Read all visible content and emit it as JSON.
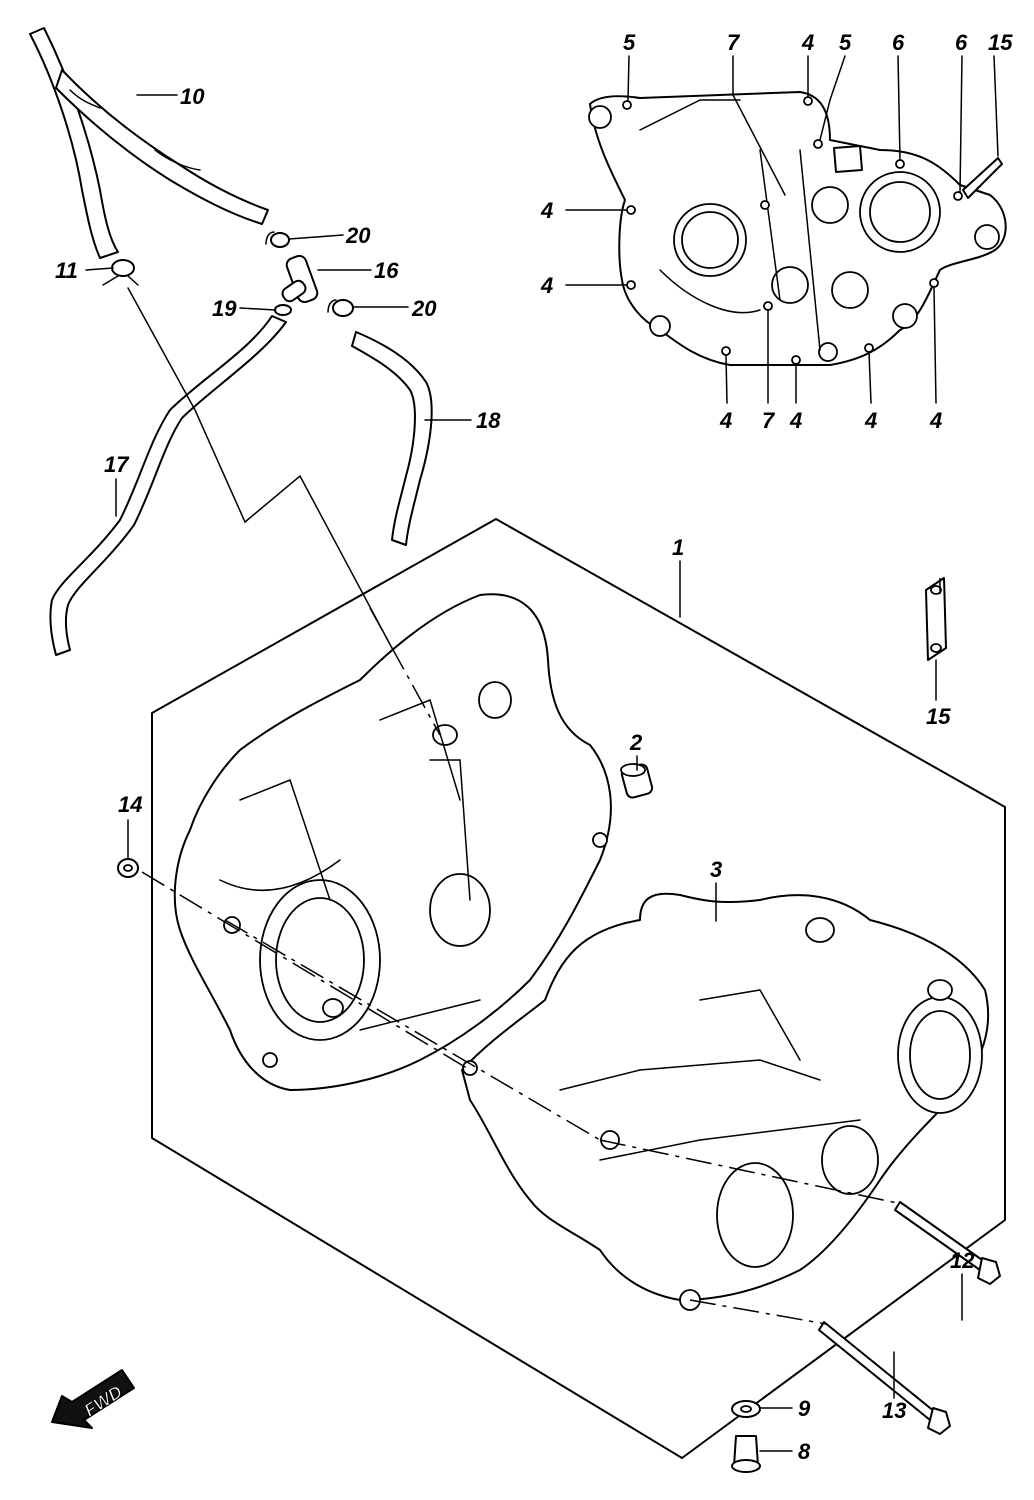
{
  "fwd_label": "FWD",
  "callouts": [
    {
      "id": "c10",
      "text": "10"
    },
    {
      "id": "c11",
      "text": "11"
    },
    {
      "id": "c20a",
      "text": "20"
    },
    {
      "id": "c16",
      "text": "16"
    },
    {
      "id": "c19",
      "text": "19"
    },
    {
      "id": "c20b",
      "text": "20"
    },
    {
      "id": "c18",
      "text": "18"
    },
    {
      "id": "c17",
      "text": "17"
    },
    {
      "id": "c1",
      "text": "1"
    },
    {
      "id": "c2",
      "text": "2"
    },
    {
      "id": "c3",
      "text": "3"
    },
    {
      "id": "c14",
      "text": "14"
    },
    {
      "id": "c15b",
      "text": "15"
    },
    {
      "id": "c12",
      "text": "12"
    },
    {
      "id": "c13",
      "text": "13"
    },
    {
      "id": "c9",
      "text": "9"
    },
    {
      "id": "c8",
      "text": "8"
    },
    {
      "id": "t5a",
      "text": "5"
    },
    {
      "id": "t7a",
      "text": "7"
    },
    {
      "id": "t4a",
      "text": "4"
    },
    {
      "id": "t5b",
      "text": "5"
    },
    {
      "id": "t6a",
      "text": "6"
    },
    {
      "id": "t6b",
      "text": "6"
    },
    {
      "id": "t15",
      "text": "15"
    },
    {
      "id": "l4a",
      "text": "4"
    },
    {
      "id": "l4b",
      "text": "4"
    },
    {
      "id": "b4a",
      "text": "4"
    },
    {
      "id": "b7",
      "text": "7"
    },
    {
      "id": "b4b",
      "text": "4"
    },
    {
      "id": "b4c",
      "text": "4"
    },
    {
      "id": "b4d",
      "text": "4"
    }
  ]
}
